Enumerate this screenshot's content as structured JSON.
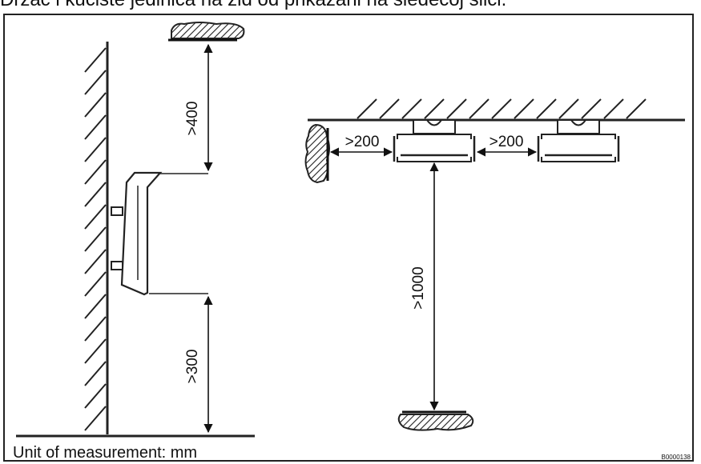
{
  "heading": "Držač i kućište jedinica na zid od prikazani na sledećoj slici.",
  "dimensions": {
    "top_clearance": ">400",
    "bottom_clearance": ">300",
    "side_left": ">200",
    "side_between": ">200",
    "floor_clearance": ">1000"
  },
  "footer": {
    "unit_note": "Unit of measurement: mm",
    "figure_code": "B0000138"
  }
}
